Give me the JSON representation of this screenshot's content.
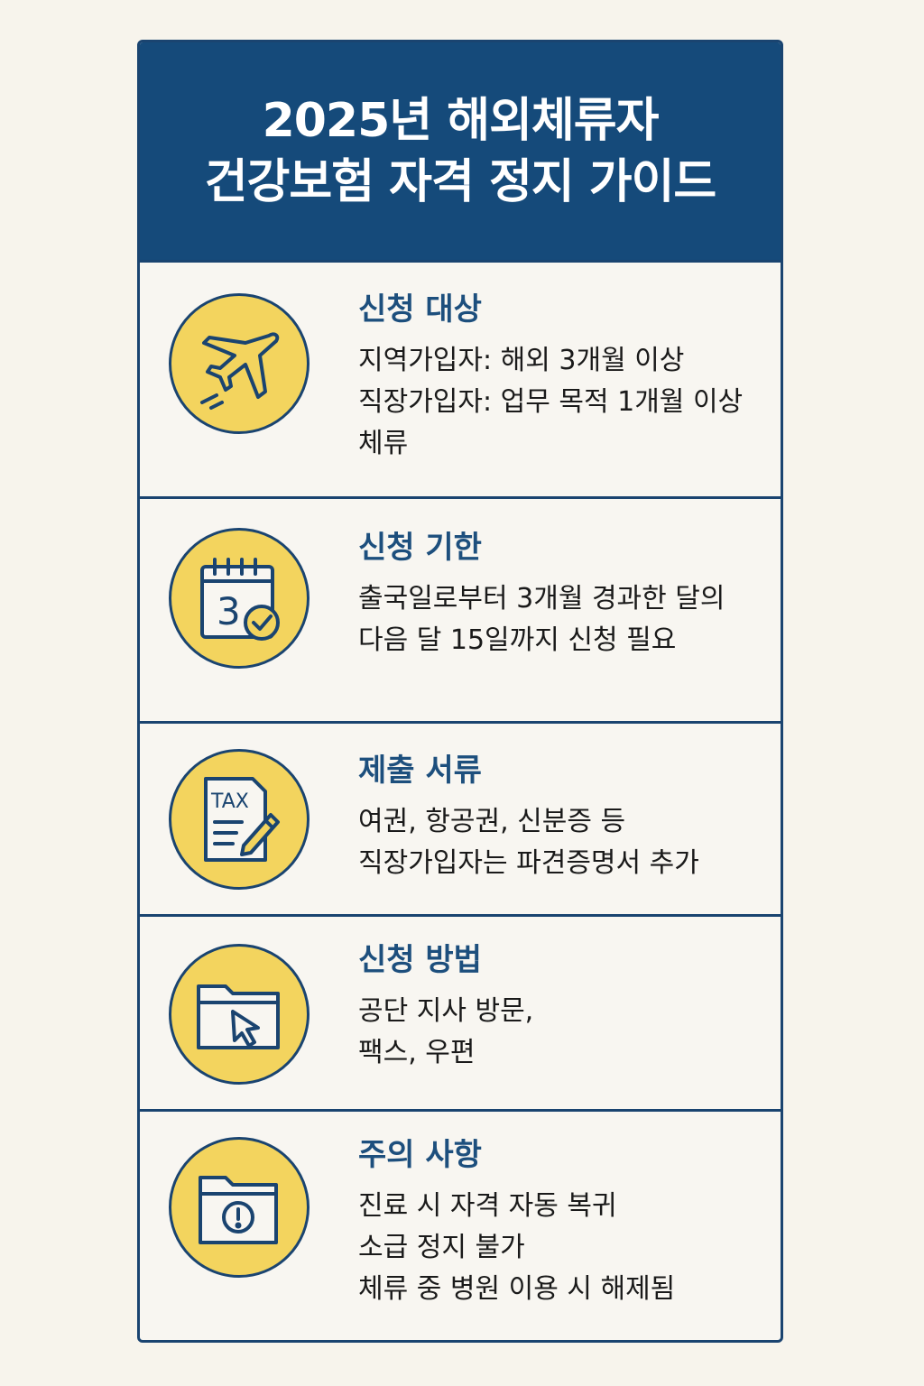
{
  "header": {
    "title_line1": "2025년 해외체류자",
    "title_line2": "건강보험 자격 정지 가이드"
  },
  "sections": [
    {
      "title": "신청 대상",
      "icon": "airplane-icon",
      "lines": [
        "지역가입자: 해외 3개월 이상",
        "직장가입자: 업무 목적 1개월 이상",
        "체류"
      ]
    },
    {
      "title": "신청 기한",
      "icon": "calendar-check-icon",
      "icon_text": "3",
      "lines": [
        "출국일로부터 3개월 경과한 달의",
        "다음 달 15일까지 신청 필요"
      ]
    },
    {
      "title": "제출 서류",
      "icon": "tax-document-pen-icon",
      "icon_text": "TAX",
      "lines": [
        "여권, 항공권, 신분증 등",
        "직장가입자는 파견증명서 추가"
      ]
    },
    {
      "title": "신청 방법",
      "icon": "folder-cursor-icon",
      "lines": [
        "공단 지사 방문,",
        "팩스, 우편"
      ]
    },
    {
      "title": "주의 사항",
      "icon": "folder-alert-icon",
      "lines": [
        "진료 시 자격 자동 복귀",
        "소급 정지 불가",
        "체류 중 병원 이용 시 해제됨"
      ]
    }
  ],
  "colors": {
    "header_bg": "#154a7a",
    "border": "#1a4470",
    "title_text": "#1d4f7d",
    "icon_bg": "#f3d45e",
    "page_bg": "#f7f4ec"
  }
}
